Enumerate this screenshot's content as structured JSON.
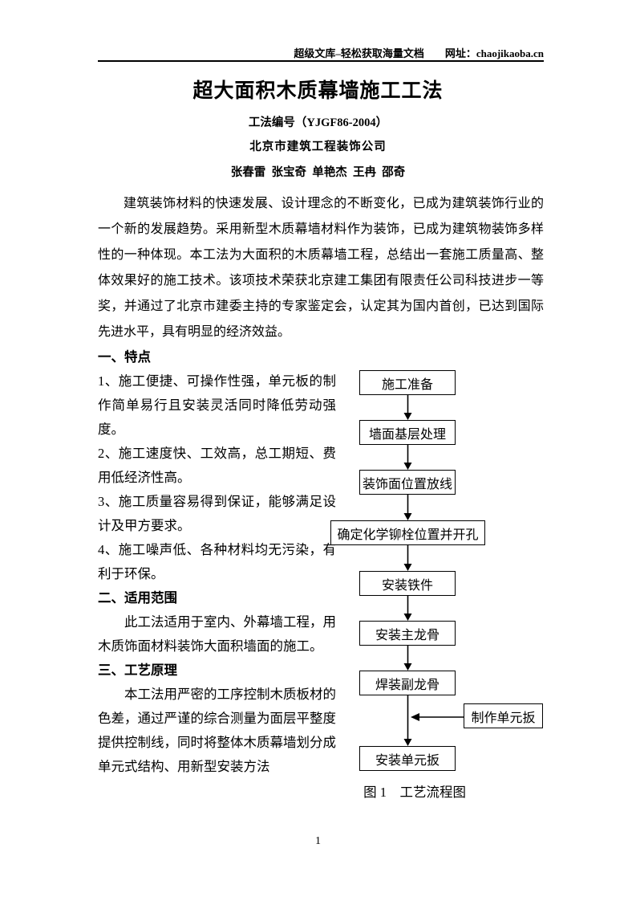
{
  "header": {
    "brand": "超级文库–轻松获取海量文档",
    "site": "网址：chaojikaoba.cn"
  },
  "title": "超大面积木质幕墙施工工法",
  "meta": {
    "code": "工法编号（YJGF86-2004）",
    "company": "北京市建筑工程装饰公司",
    "authors": "张春雷  张宝奇  单艳杰  王冉  邵奇"
  },
  "intro": "建筑装饰材料的快速发展、设计理念的不断变化，已成为建筑装饰行业的一个新的发展趋势。采用新型木质幕墙材料作为装饰，已成为建筑物装饰多样性的一种体现。本工法为大面积的木质幕墙工程，总结出一套施工质量高、整体效果好的施工技术。该项技术荣获北京建工集团有限责任公司科技进步一等奖，并通过了北京市建委主持的专家鉴定会，认定其为国内首创，已达到国际先进水平，具有明显的经济效益。",
  "sections": [
    {
      "heading": "一、特点",
      "paragraphs": [
        "1、施工便捷、可操作性强，单元板的制作简单易行且安装灵活同时降低劳动强度。",
        "2、施工速度快、工效高，总工期短、费用低经济性高。",
        "3、施工质量容易得到保证，能够满足设计及甲方要求。",
        "4、施工噪声低、各种材料均无污染，有利于环保。"
      ]
    },
    {
      "heading": "二、适用范围",
      "paragraphs": [
        "此工法适用于室内、外幕墙工程，用木质饰面材料装饰大面积墙面的施工。"
      ]
    },
    {
      "heading": "三、工艺原理",
      "paragraphs": [
        "本工法用严密的工序控制木质板材的色差，通过严谨的综合测量为面层平整度提供控制线，同时将整体木质幕墙划分成单元式结构、用新型安装方法"
      ]
    }
  ],
  "flowchart": {
    "steps": [
      "施工准备",
      "墙面基层处理",
      "装饰面位置放线",
      "确定化学铆栓位置并开孔",
      "安装铁件",
      "安装主龙骨",
      "焊装副龙骨",
      "安装单元扳"
    ],
    "side_step": "制作单元扳",
    "caption": "图 1　工艺流程图"
  },
  "page_number": "1"
}
